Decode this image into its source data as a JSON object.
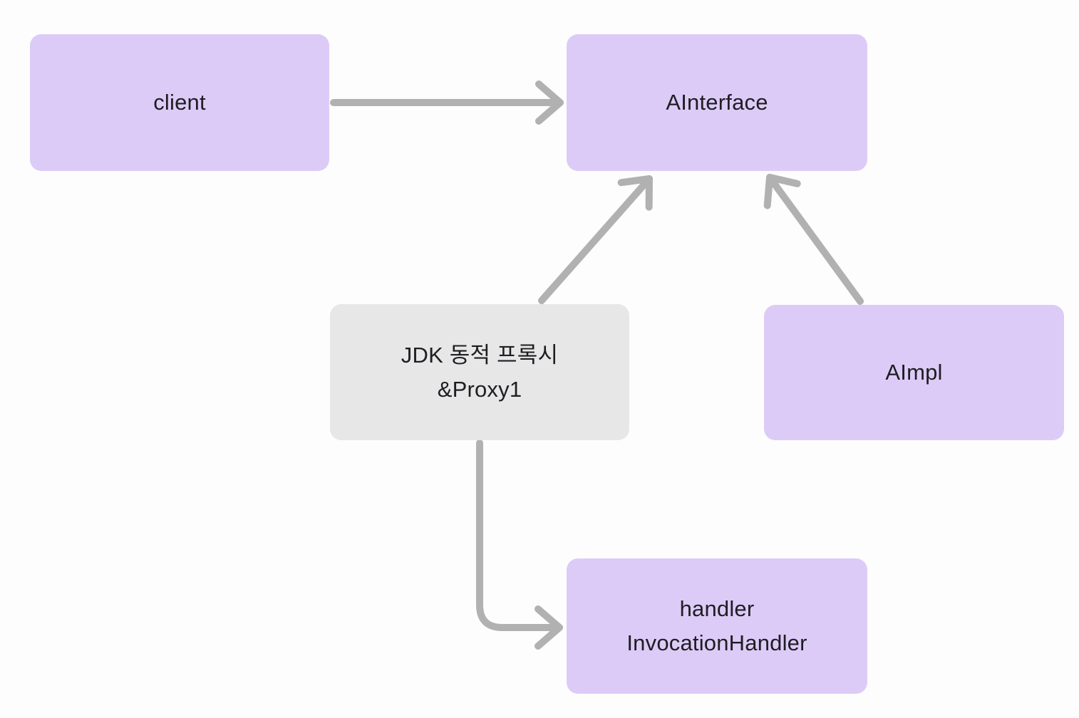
{
  "nodes": [
    {
      "id": "client",
      "lines": [
        "client"
      ]
    },
    {
      "id": "ainterface",
      "lines": [
        "AInterface"
      ]
    },
    {
      "id": "jdk_proxy",
      "lines": [
        "JDK 동적 프록시",
        "&Proxy1"
      ]
    },
    {
      "id": "aimpl",
      "lines": [
        "AImpl"
      ]
    },
    {
      "id": "handler",
      "lines": [
        "handler",
        "InvocationHandler"
      ]
    }
  ],
  "edges": [
    {
      "from": "client",
      "to": "ainterface",
      "style": "straight-horizontal"
    },
    {
      "from": "jdk_proxy",
      "to": "ainterface",
      "style": "straight-diagonal"
    },
    {
      "from": "aimpl",
      "to": "ainterface",
      "style": "straight-diagonal"
    },
    {
      "from": "jdk_proxy",
      "to": "handler",
      "style": "elbow-down-right"
    }
  ],
  "colors": {
    "node_purple_fill": "#ddcbf7",
    "node_gray_fill": "#e7e7e7",
    "arrow": "#b1b1b1",
    "text": "#1e1e23",
    "background": "#fdfdfd"
  }
}
